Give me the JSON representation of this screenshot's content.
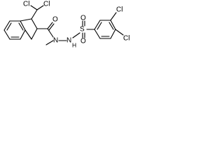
{
  "atoms": {
    "cl_top_left": "Cl",
    "cl_top_right": "Cl",
    "cl_ring_top": "Cl",
    "cl_ring_bottom": "Cl",
    "carbonyl_o": "O",
    "n_methyl": "N",
    "nh": "N",
    "h": "H",
    "s": "S",
    "sulfonyl_o_1": "O",
    "sulfonyl_o_2": "O"
  }
}
